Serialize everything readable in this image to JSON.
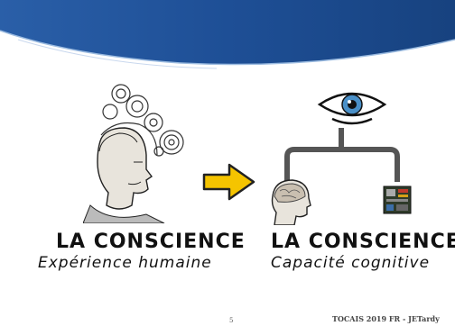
{
  "left": {
    "title": "LA CONSCIENCE",
    "subtitle": "Expérience humaine"
  },
  "right": {
    "title": "LA CONSCIENCE",
    "subtitle": "Capacité cognitive"
  },
  "footer": {
    "page_number": "5",
    "credit": "TOCAIS 2019 FR - JETardy"
  },
  "colors": {
    "banner": "#1e4f96",
    "arrow": "#f5c400",
    "connector": "#555555",
    "iris": "#4a90c8"
  }
}
